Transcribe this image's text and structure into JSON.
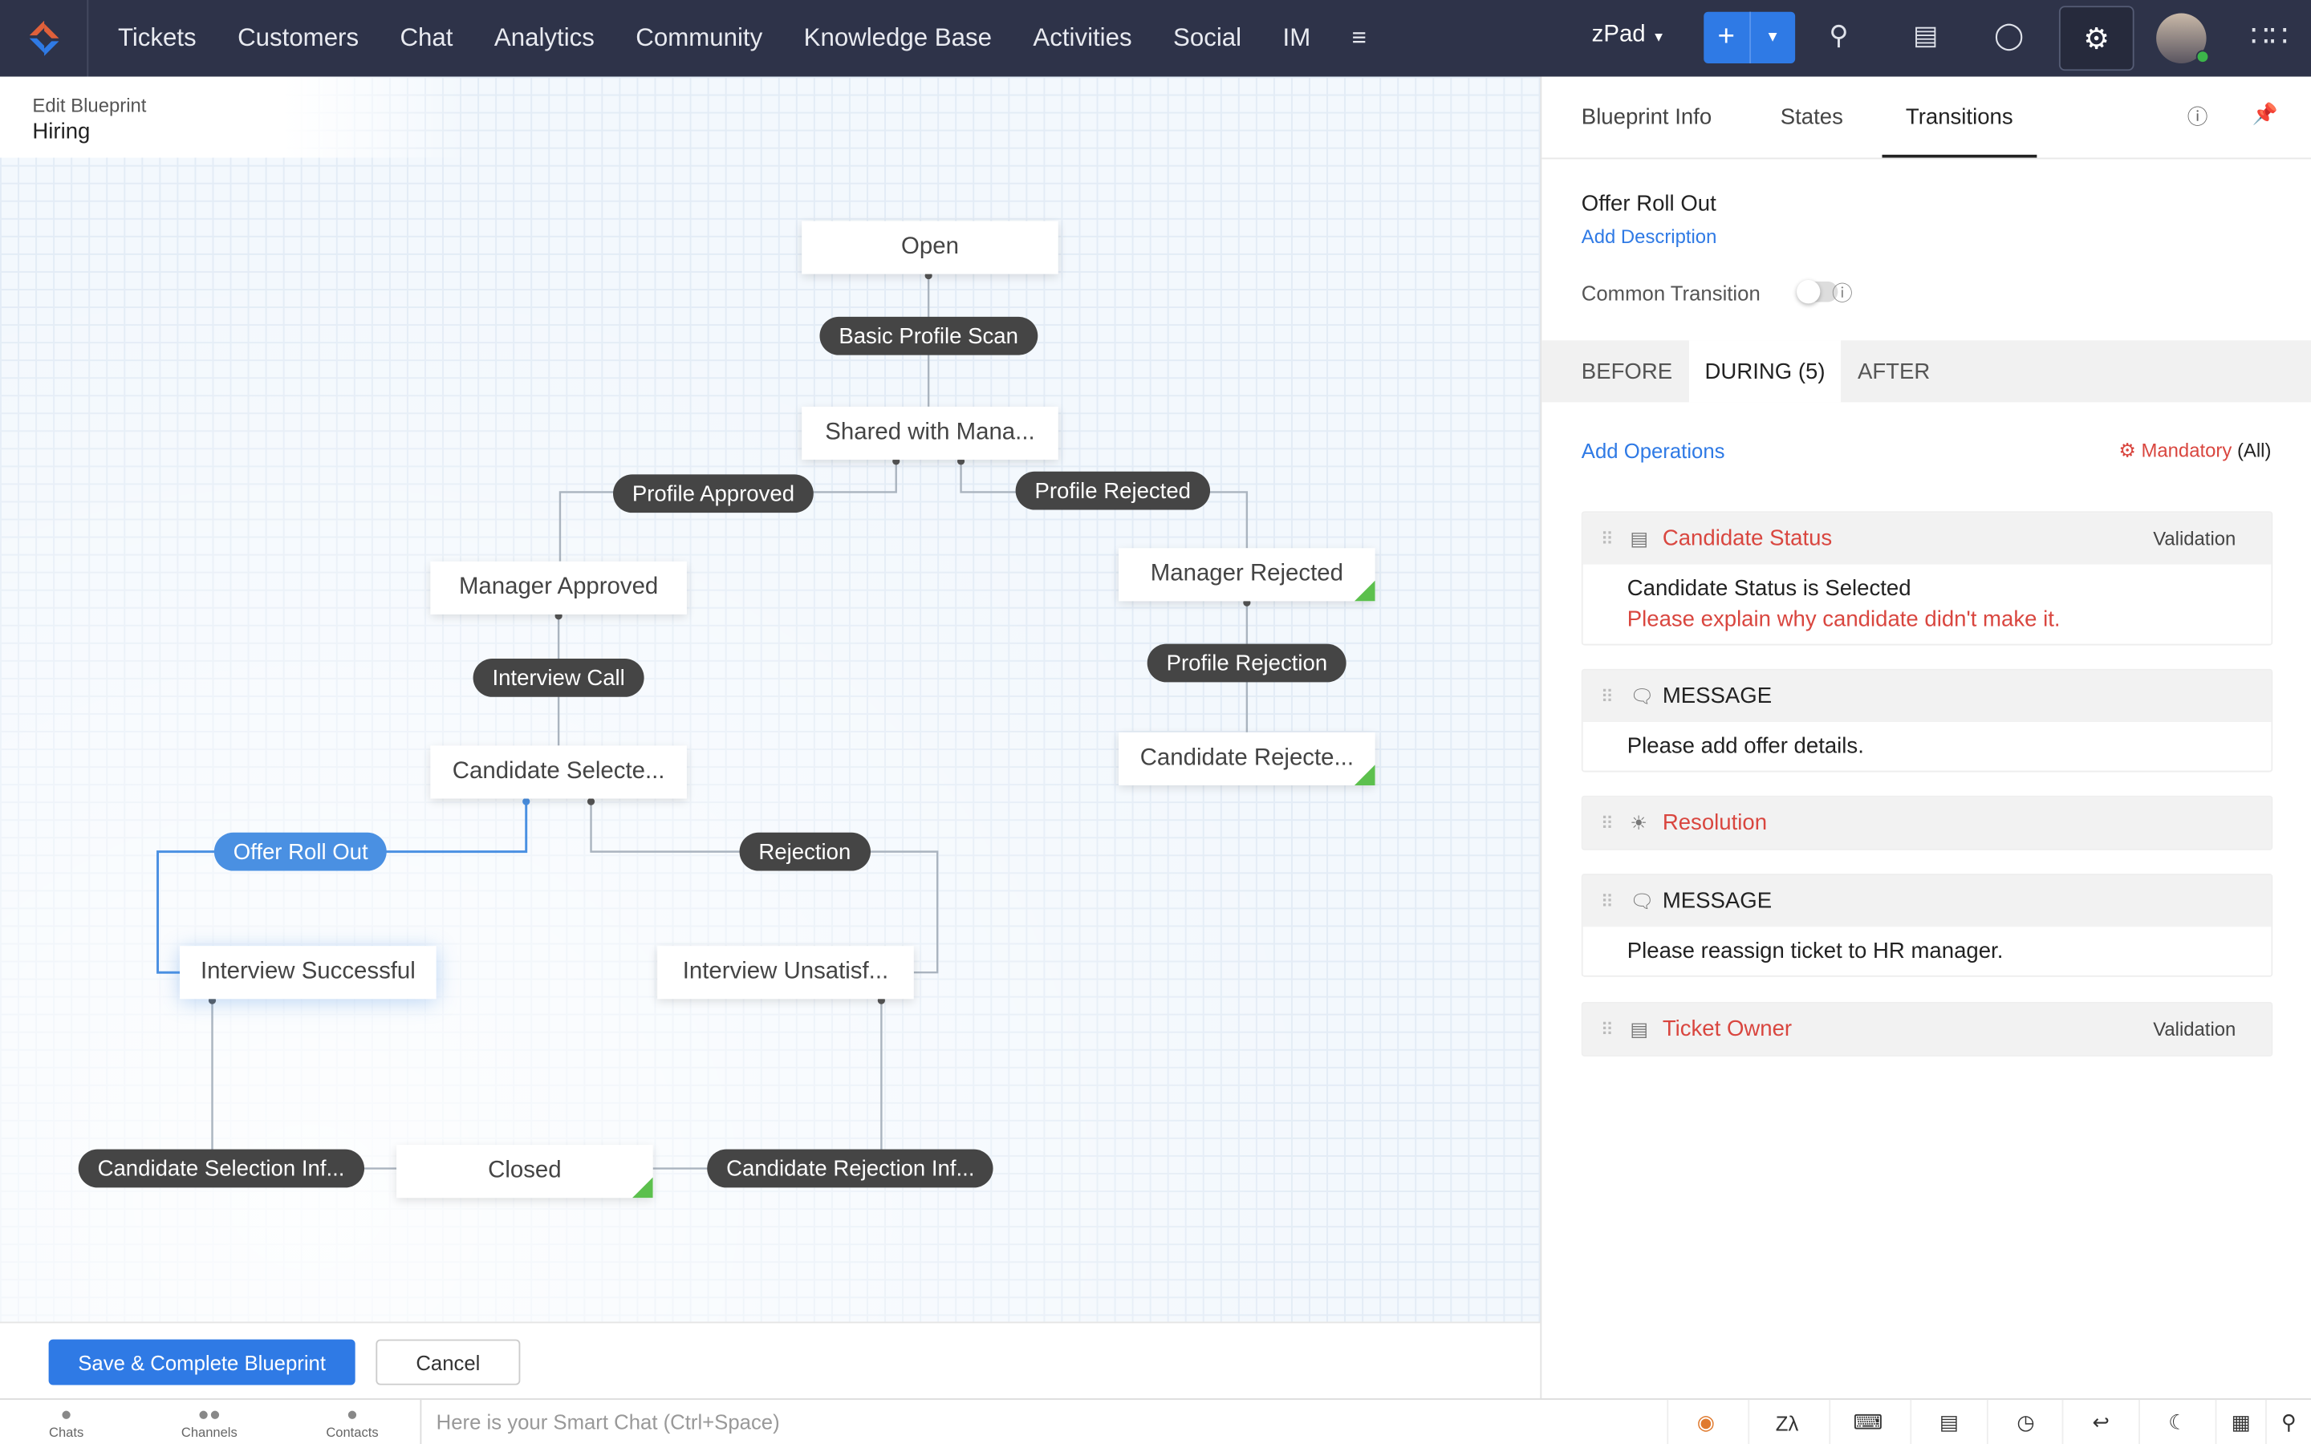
{
  "nav": {
    "items": [
      "Tickets",
      "Customers",
      "Chat",
      "Analytics",
      "Community",
      "Knowledge Base",
      "Activities",
      "Social",
      "IM"
    ],
    "more_icon": "menu-icon",
    "portal": "zPad",
    "add_label": "+"
  },
  "breadcrumb": {
    "label": "Edit Blueprint",
    "name": "Hiring"
  },
  "nodes": {
    "open": "Open",
    "shared": "Shared with Mana...",
    "manager_approved": "Manager Approved",
    "manager_rejected": "Manager Rejected",
    "candidate_selected": "Candidate Selecte...",
    "candidate_rejected": "Candidate Rejecte...",
    "interview_successful": "Interview Successful",
    "interview_unsatisf": "Interview Unsatisf...",
    "closed": "Closed"
  },
  "transitions": {
    "basic_profile_scan": "Basic Profile Scan",
    "profile_approved": "Profile Approved",
    "profile_rejected": "Profile Rejected",
    "interview_call": "Interview Call",
    "profile_rejection": "Profile Rejection",
    "offer_roll_out": "Offer Roll Out",
    "rejection": "Rejection",
    "candidate_selection_inf": "Candidate Selection Inf...",
    "candidate_rejection_inf": "Candidate Rejection Inf..."
  },
  "footer": {
    "save": "Save & Complete Blueprint",
    "cancel": "Cancel"
  },
  "panel": {
    "tabs": [
      "Blueprint Info",
      "States",
      "Transitions"
    ],
    "active_tab": "Transitions",
    "title": "Offer Roll Out",
    "add_description": "Add Description",
    "common_transition": "Common Transition",
    "common_transition_on": false,
    "subtabs": [
      "BEFORE",
      "DURING (5)",
      "AFTER"
    ],
    "active_subtab": "DURING (5)",
    "add_operations": "Add Operations",
    "mandatory": "Mandatory",
    "mandatory_scope": "(All)",
    "operations": [
      {
        "title": "Candidate Status",
        "tag": "Validation",
        "line1": "Candidate Status is  Selected",
        "line2": "Please explain why candidate didn't make it."
      },
      {
        "title": "MESSAGE",
        "body": "Please add offer details."
      },
      {
        "title": "Resolution"
      },
      {
        "title": "MESSAGE",
        "body": "Please reassign ticket to HR manager."
      },
      {
        "title": "Ticket Owner",
        "tag": "Validation"
      }
    ]
  },
  "bottom": {
    "chats": "Chats",
    "channels": "Channels",
    "contacts": "Contacts",
    "smart_chat_placeholder": "Here is your Smart Chat (Ctrl+Space)"
  },
  "colors": {
    "topbar": "#2e3349",
    "primary": "#2f7ae5",
    "pill": "#454545",
    "active_transition": "#4a90e2",
    "end_state": "#5cc04d",
    "error": "#d9463f"
  }
}
